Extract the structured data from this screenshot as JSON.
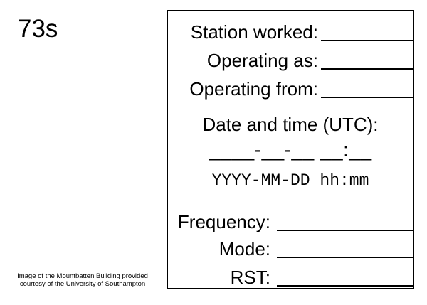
{
  "page": {
    "title": "73s",
    "credit_line1": "Image of the Mountbatten Building provided",
    "credit_line2": "courtesy of the University of Southampton"
  },
  "qsl_form": {
    "fields_top": [
      {
        "label": "Station worked:"
      },
      {
        "label": "Operating as:"
      },
      {
        "label": "Operating from:"
      }
    ],
    "datetime": {
      "heading": "Date and time (UTC):",
      "blank_pattern": "____-__-__ __:__",
      "format_hint": "YYYY-MM-DD hh:mm"
    },
    "fields_bottom": [
      {
        "label": "Frequency:"
      },
      {
        "label": "Mode:"
      },
      {
        "label": "RST:"
      }
    ]
  }
}
